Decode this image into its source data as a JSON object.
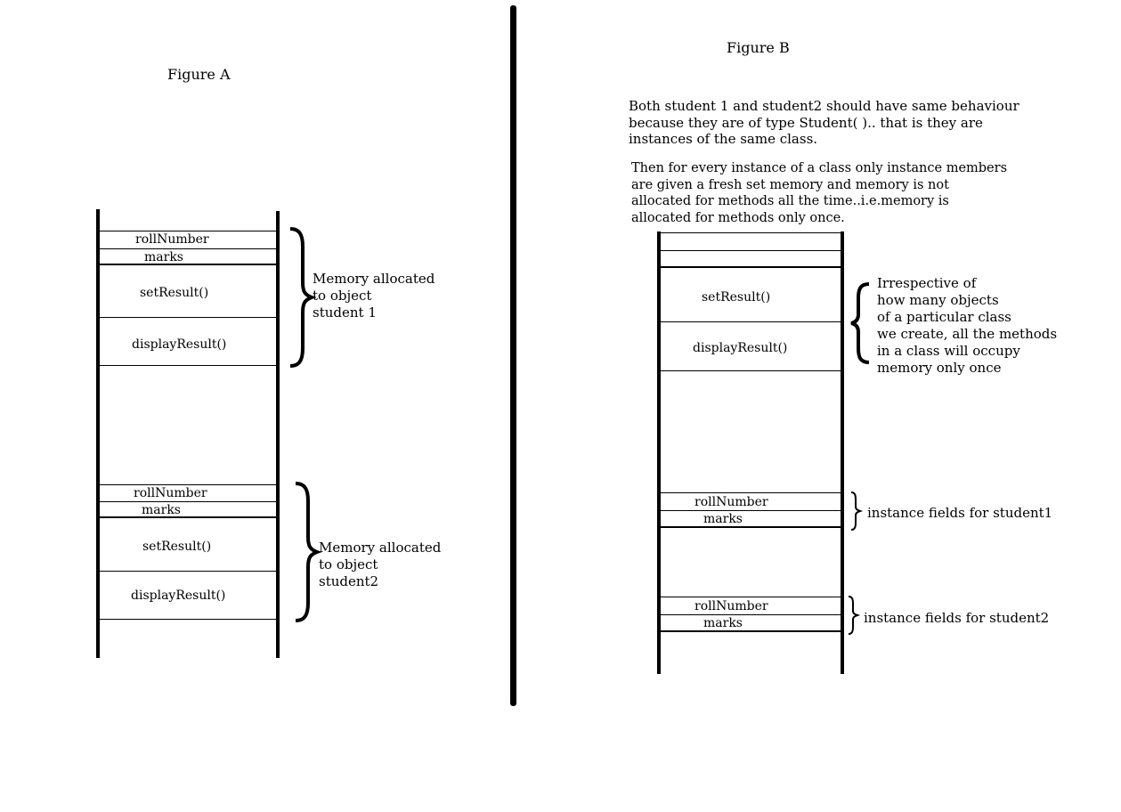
{
  "figure_a": {
    "title": "Figure A",
    "block1": {
      "rows": [
        "rollNumber",
        "marks",
        "setResult()",
        "displayResult()"
      ],
      "annotation": [
        "Memory allocated",
        "to object",
        "student 1"
      ]
    },
    "block2": {
      "rows": [
        "rollNumber",
        "marks",
        "setResult()",
        "displayResult()"
      ],
      "annotation": [
        "Memory allocated",
        "to object",
        "student2"
      ]
    }
  },
  "figure_b": {
    "title": "Figure B",
    "intro_lines": [
      "Both student 1 and student2 should have same behaviour",
      "because they are of type Student( ).. that is they are",
      "instances of the same class."
    ],
    "note_lines": [
      "Then for every instance of a class only instance members",
      "are given a fresh set memory and memory is not",
      "allocated for methods all the time..i.e.memory is",
      "allocated for methods only once."
    ],
    "methods": [
      "setResult()",
      "displayResult()"
    ],
    "methods_annotation": [
      "Irrespective of",
      "how many objects",
      "of a particular class",
      "we create, all the methods",
      "in a class will occupy",
      "memory only once"
    ],
    "student1": {
      "rows": [
        "rollNumber",
        "marks"
      ],
      "annotation": "instance fields for student1"
    },
    "student2": {
      "rows": [
        "rollNumber",
        "marks"
      ],
      "annotation": "instance fields for student2"
    }
  }
}
